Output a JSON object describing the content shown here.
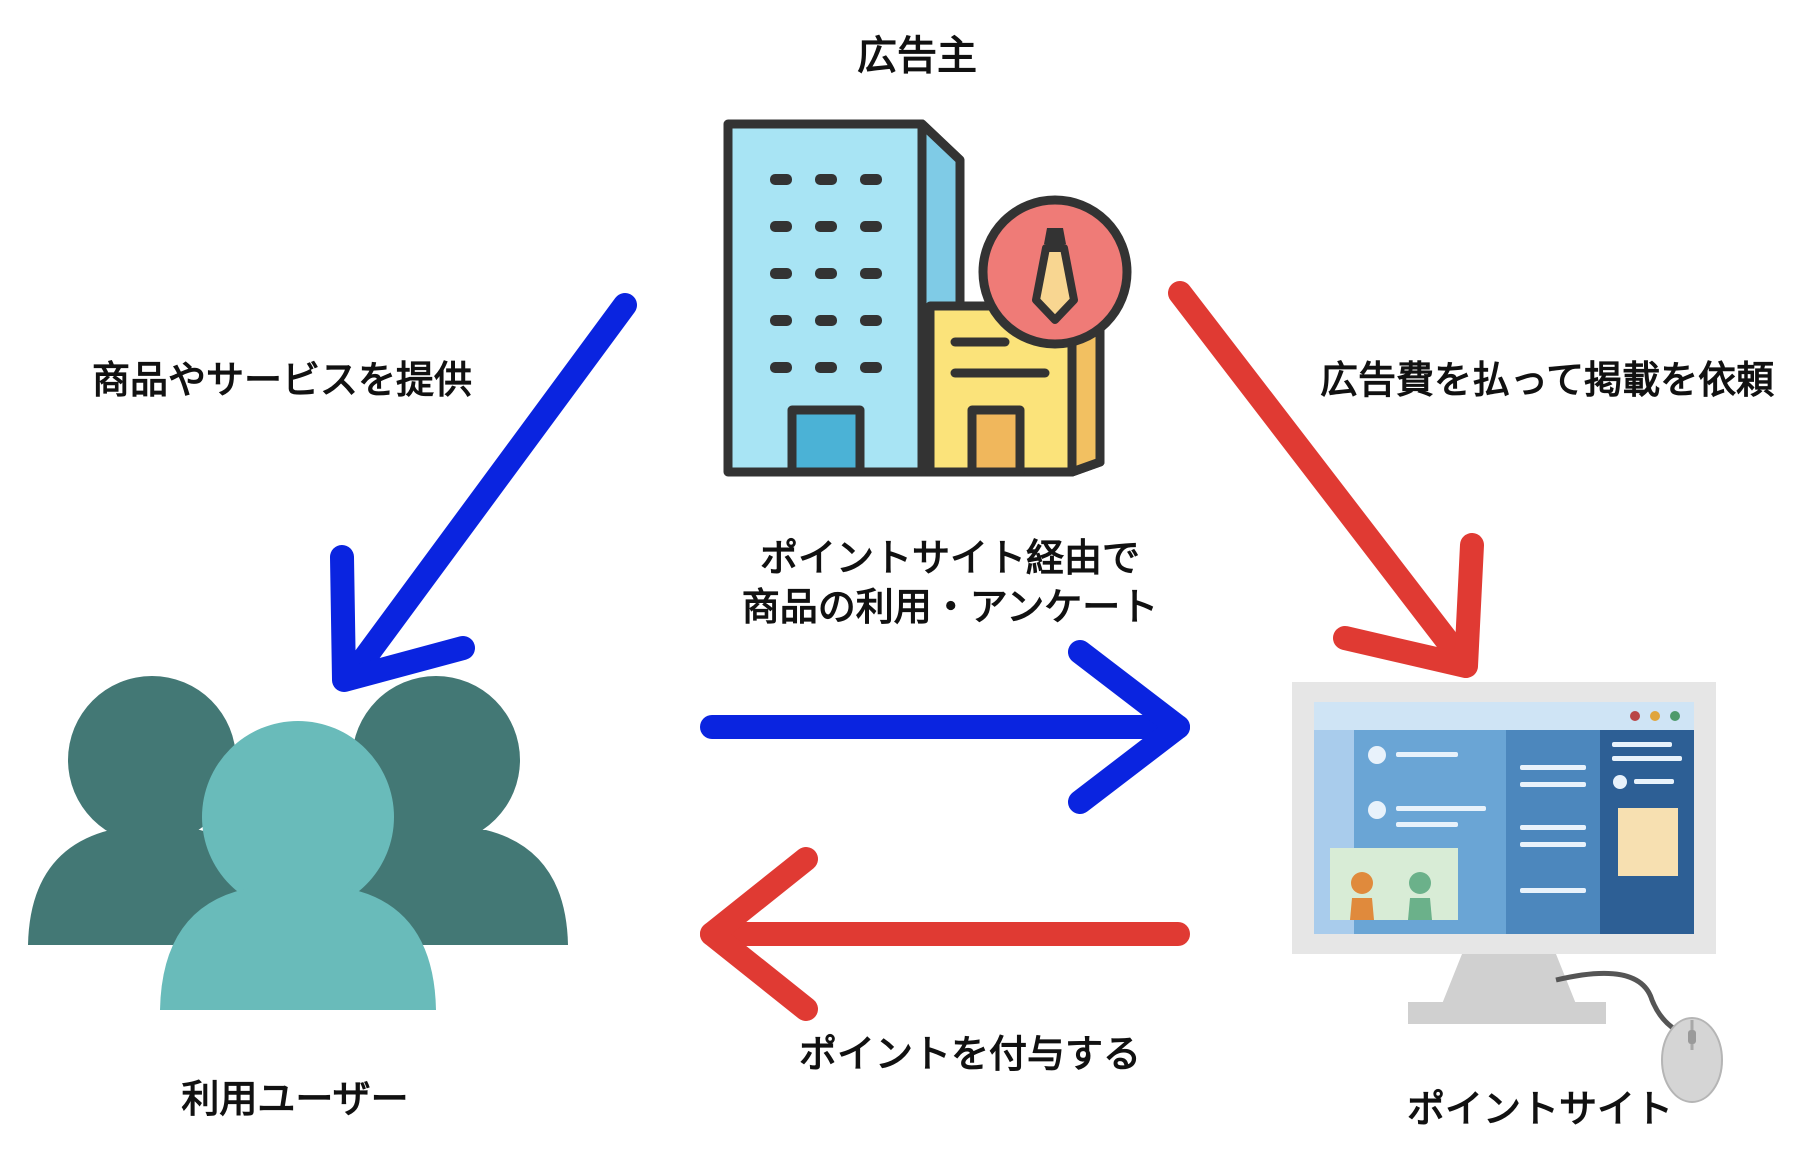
{
  "nodes": {
    "advertiser": {
      "label": "広告主",
      "icon": "office-building-icon"
    },
    "users": {
      "label": "利用ユーザー",
      "icon": "user-group-icon"
    },
    "point_site": {
      "label": "ポイントサイト",
      "icon": "desktop-computer-icon"
    }
  },
  "edges": {
    "advertiser_to_users": {
      "label": "商品やサービスを提供",
      "color": "#0a24e0"
    },
    "advertiser_to_site": {
      "label": "広告費を払って掲載を依頼",
      "color": "#e03a33"
    },
    "users_to_site": {
      "line1": "ポイントサイト経由で",
      "line2": "商品の利用・アンケート",
      "color": "#0a24e0"
    },
    "site_to_users": {
      "label": "ポイントを付与する",
      "color": "#e03a33"
    }
  },
  "colors": {
    "blue_arrow": "#0a24e0",
    "red_arrow": "#e03a33",
    "building_glass": "#a8e4f4",
    "building_annex": "#fbe37a",
    "badge": "#ef7b77",
    "user_dark": "#437875",
    "user_light": "#69bbba",
    "screen": "#6aa5d5"
  }
}
